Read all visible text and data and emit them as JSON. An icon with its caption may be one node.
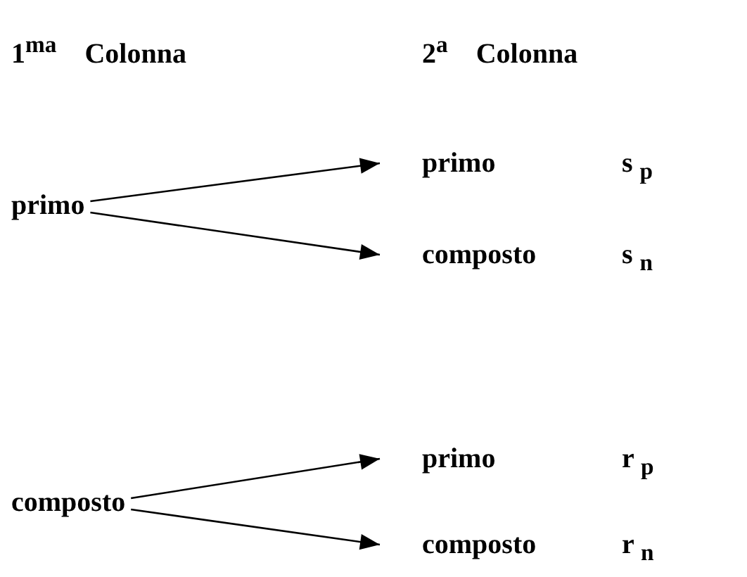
{
  "diagram": {
    "nodes": [
      {
        "text": [
          "primo"
        ]
      },
      {
        "text": [
          "primo"
        ]
      },
      {
        "text": [
          "composto"
        ]
      },
      {
        "text": [
          "primo"
        ]
      },
      {
        "text": [
          "composto"
        ]
      },
      {
        "text": [
          "composto"
        ]
      }
    ],
    "edges": [
      {
        "from": 1,
        "to": 0,
        "arrow": "to"
      },
      {
        "from": 1,
        "to": 2,
        "arrow": "to"
      },
      {
        "from": 4,
        "to": 3,
        "arrow": "to"
      },
      {
        "from": 4,
        "to": 5,
        "arrow": "to"
      }
    ],
    "labels": [
      "1$^{ma}$ Colonna",
      "2$^{a}$ Colonna",
      "s $_{p}$",
      "s $_{n}$",
      "r $_{p}$",
      "r $_{n}$"
    ]
  }
}
